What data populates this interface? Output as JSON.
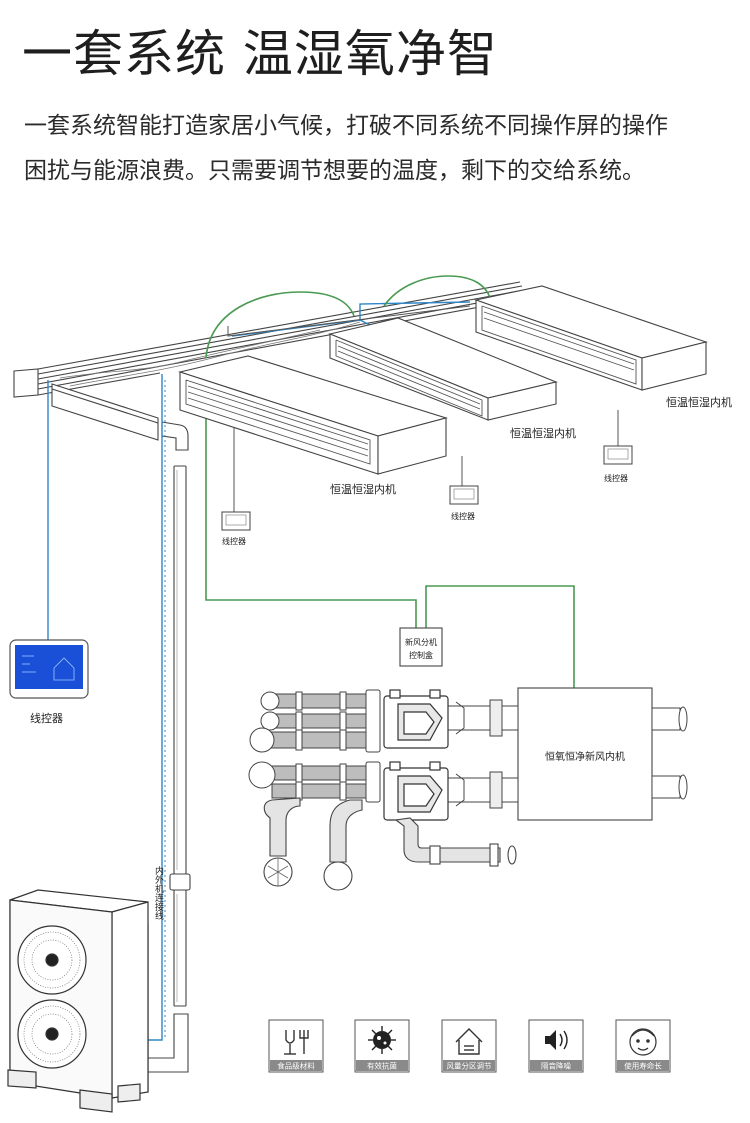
{
  "header": {
    "title": "一套系统 温湿氧净智",
    "intro_line1": "一套系统智能打造家居小气候，打破不同系统不同操作屏的操作",
    "intro_line2": "困扰与能源浪费。只需要调节想要的温度，剩下的交给系统。"
  },
  "labels": {
    "unit": "恒温恒湿内机",
    "controller_small": "线控器",
    "controller_main": "线控器",
    "fresh_box_line1": "新风分机",
    "fresh_box_line2": "控制盒",
    "fresh_unit": "恒氧恒净新风内机",
    "connect_line": "内外机连接线"
  },
  "features": [
    {
      "label": "食品级材料",
      "icon": "food-grade-icon"
    },
    {
      "label": "有效抗菌",
      "icon": "antibacterial-icon"
    },
    {
      "label": "风量分区调节",
      "icon": "zone-airflow-icon"
    },
    {
      "label": "隔音降噪",
      "icon": "noise-reduction-icon"
    },
    {
      "label": "使用寿命长",
      "icon": "long-life-icon"
    }
  ],
  "colors": {
    "green_line": "#4a9a52",
    "blue_line": "#2f86c6",
    "panel_blue": "#1a4fd8",
    "outline": "#444444"
  }
}
